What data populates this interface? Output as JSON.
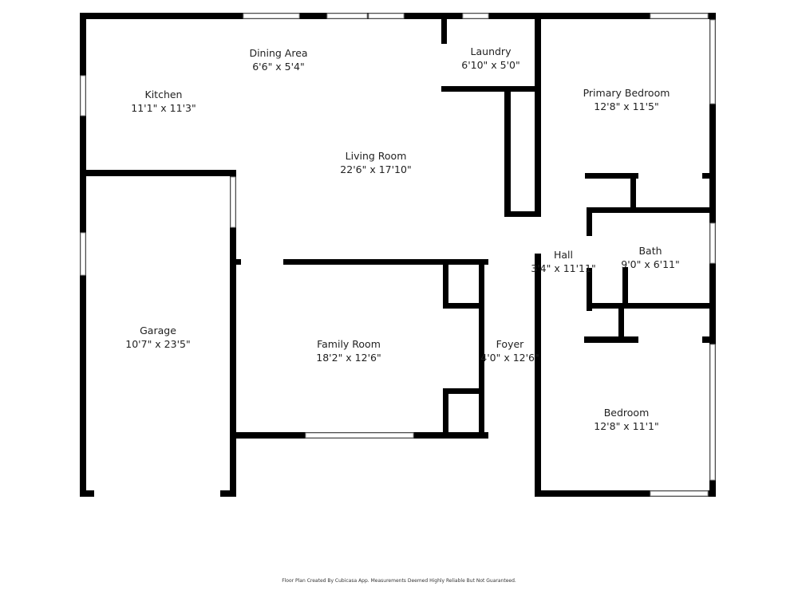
{
  "rooms": [
    {
      "name": "Dining Area",
      "size": "6'6\" x 5'4\""
    },
    {
      "name": "Laundry",
      "size": "6'10\" x 5'0\""
    },
    {
      "name": "Kitchen",
      "size": "11'1\" x 11'3\""
    },
    {
      "name": "Primary Bedroom",
      "size": "12'8\" x 11'5\""
    },
    {
      "name": "Living Room",
      "size": "22'6\" x 17'10\""
    },
    {
      "name": "Hall",
      "size": "3'4\" x 11'11\""
    },
    {
      "name": "Bath",
      "size": "9'0\" x 6'11\""
    },
    {
      "name": "Garage",
      "size": "10'7\" x 23'5\""
    },
    {
      "name": "Family Room",
      "size": "18'2\" x 12'6\""
    },
    {
      "name": "Foyer",
      "size": "4'0\" x 12'6\""
    },
    {
      "name": "Bedroom",
      "size": "12'8\" x 11'1\""
    }
  ],
  "footer": "Floor Plan Created By Cubicasa App. Measurements Deemed Highly Reliable But Not Guaranteed."
}
